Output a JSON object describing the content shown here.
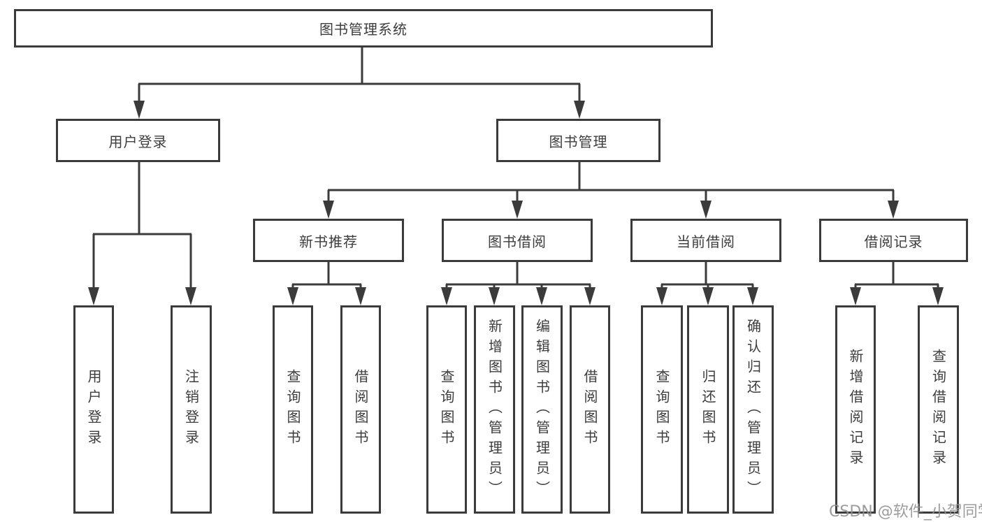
{
  "diagram": {
    "root": {
      "label": "图书管理系统"
    },
    "level2": [
      {
        "label": "用户登录"
      },
      {
        "label": "图书管理"
      }
    ],
    "level3": [
      {
        "label": "新书推荐",
        "parent": "图书管理"
      },
      {
        "label": "图书借阅",
        "parent": "图书管理"
      },
      {
        "label": "当前借阅",
        "parent": "图书管理"
      },
      {
        "label": "借阅记录",
        "parent": "图书管理"
      }
    ],
    "leaves": [
      {
        "label": "用户登录",
        "parent": "用户登录"
      },
      {
        "label": "注销登录",
        "parent": "用户登录"
      },
      {
        "label": "查询图书",
        "parent": "新书推荐"
      },
      {
        "label": "借阅图书",
        "parent": "新书推荐"
      },
      {
        "label": "查询图书",
        "parent": "图书借阅"
      },
      {
        "label": "新增图书（管理员）",
        "parent": "图书借阅"
      },
      {
        "label": "编辑图书（管理员）",
        "parent": "图书借阅"
      },
      {
        "label": "借阅图书",
        "parent": "图书借阅"
      },
      {
        "label": "查询图书",
        "parent": "当前借阅"
      },
      {
        "label": "归还图书",
        "parent": "当前借阅"
      },
      {
        "label": "确认归还（管理员）",
        "parent": "当前借阅"
      },
      {
        "label": "新增借阅记录",
        "parent": "借阅记录"
      },
      {
        "label": "查询借阅记录",
        "parent": "借阅记录"
      }
    ],
    "colors": {
      "line": "#3b3b3b",
      "text": "#3d3d3d",
      "background": "#ffffff",
      "watermark": "#919191"
    }
  },
  "watermark": {
    "text": "CSDN @软件_小贺同学"
  }
}
